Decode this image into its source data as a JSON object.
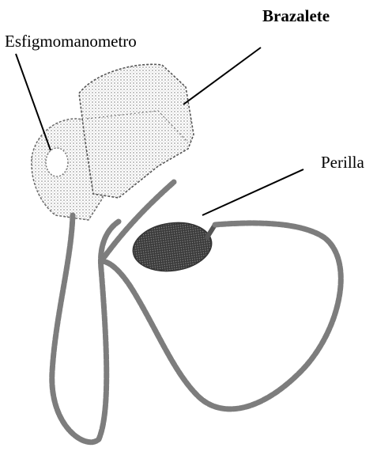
{
  "labels": {
    "brazalete": "Brazalete",
    "esfigmomanometro": "Esfigmomanometro",
    "perilla": "Perilla"
  },
  "colors": {
    "ink": "#000000",
    "cuff": "#c9c9c9",
    "bulb": "#555555",
    "tube": "#8a8a8a",
    "background": "#ffffff"
  },
  "icons": {
    "device": "sphygmomanometer-illustration"
  }
}
